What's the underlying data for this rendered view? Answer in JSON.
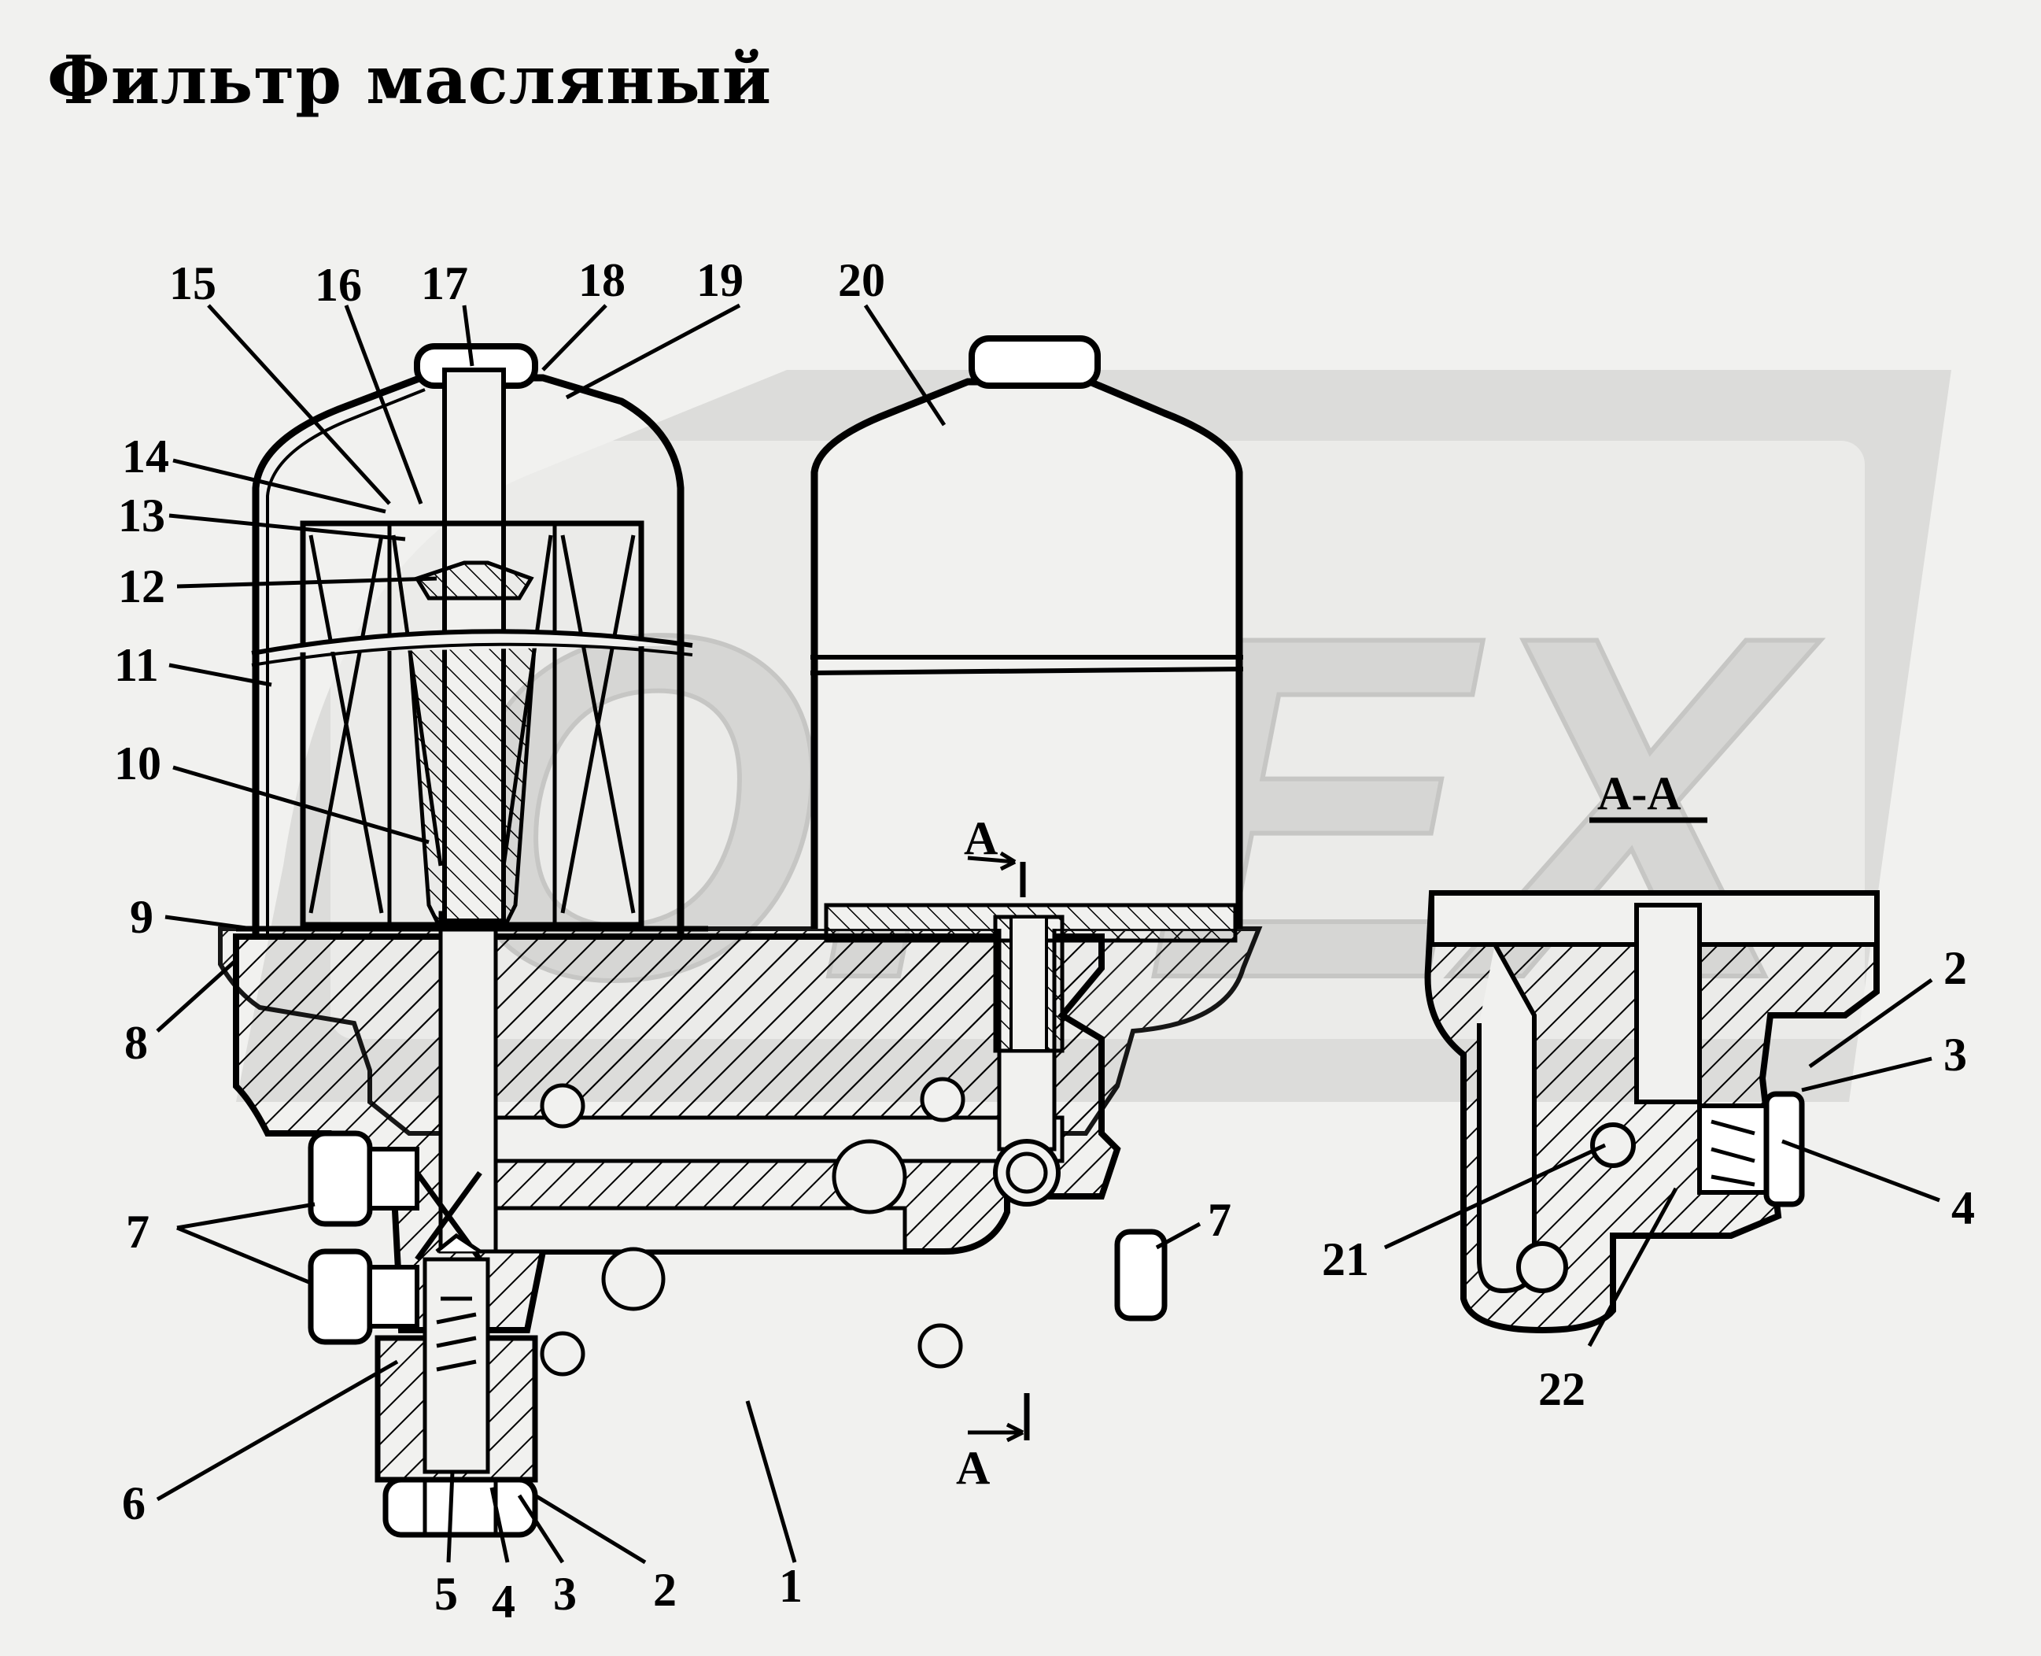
{
  "title": "Фильтр масляный",
  "watermark": "OPEX",
  "section_label": "А-А",
  "section_marks": {
    "top": "А",
    "bottom": "А"
  },
  "callouts": {
    "c1": "1",
    "c2": "2",
    "c3": "3",
    "c4": "4",
    "c5": "5",
    "c6": "6",
    "c7a": "7",
    "c7b": "7",
    "c8": "8",
    "c9": "9",
    "c10": "10",
    "c11": "11",
    "c12": "12",
    "c13": "13",
    "c14": "14",
    "c15": "15",
    "c16": "16",
    "c17": "17",
    "c18": "18",
    "c19": "19",
    "c20": "20",
    "c21": "21",
    "c22": "22",
    "c2r": "2",
    "c3r": "3",
    "c4r": "4"
  },
  "colors": {
    "background": "#f1f1ef",
    "ink": "#000000",
    "watermark": "#d8d8d6"
  }
}
